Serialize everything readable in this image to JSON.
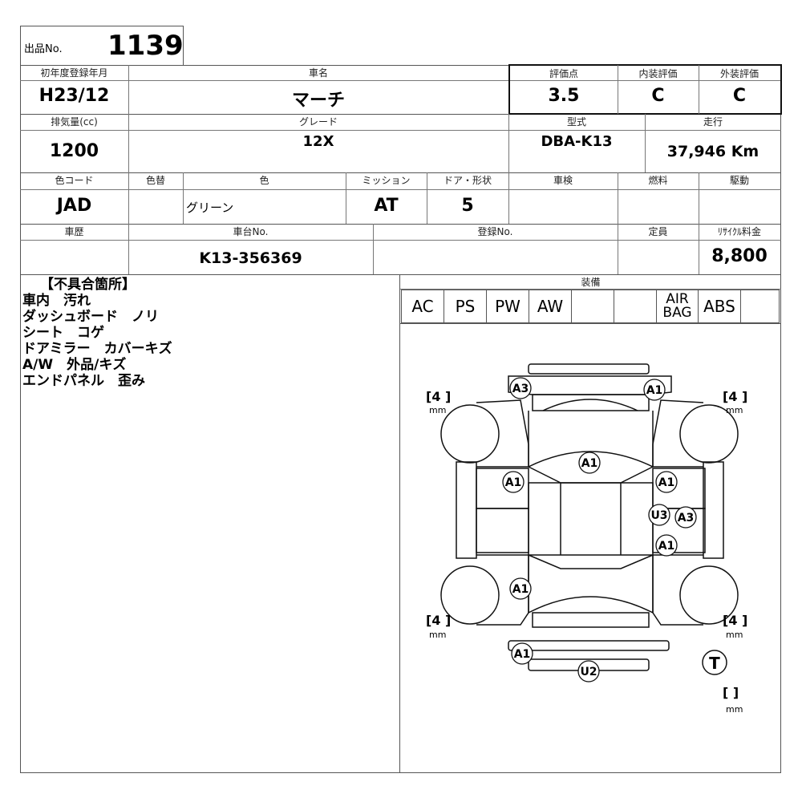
{
  "lot": {
    "label": "出品No.",
    "number": "1139"
  },
  "row1": {
    "reg_year_label": "初年度登録年月",
    "reg_year": "H23/12",
    "car_name_label": "車名",
    "car_name": "マーチ",
    "score_label": "評価点",
    "score": "3.5",
    "interior_label": "内装評価",
    "interior": "C",
    "exterior_label": "外装評価",
    "exterior": "C"
  },
  "row2": {
    "displacement_label": "排気量(cc)",
    "displacement": "1200",
    "grade_label": "グレード",
    "grade": "12X",
    "model_label": "型式",
    "model": "DBA-K13",
    "mileage_label": "走行",
    "mileage": "37,946 Km"
  },
  "row3": {
    "color_code_label": "色コード",
    "color_code": "JAD",
    "repaint_label": "色替",
    "repaint": "",
    "color_label": "色",
    "color": "グリーン",
    "mission_label": "ミッション",
    "mission": "AT",
    "door_label": "ドア・形状",
    "door": "5",
    "inspection_label": "車検",
    "inspection": "",
    "fuel_label": "燃料",
    "fuel": "",
    "drive_label": "駆動",
    "drive": ""
  },
  "row4": {
    "history_label": "車歴",
    "history": "",
    "chassis_label": "車台No.",
    "chassis": "K13-356369",
    "registration_label": "登録No.",
    "registration": "",
    "capacity_label": "定員",
    "capacity": "",
    "recycle_label": "ﾘｻｲｸﾙ料金",
    "recycle": "8,800"
  },
  "defects": {
    "title": "【不具合箇所】",
    "lines": [
      "車内　汚れ",
      "ダッシュボード　ノリ",
      "シート　コゲ",
      "ドアミラー　カバーキズ",
      "A/W　外品/キズ",
      "エンドパネル　歪み"
    ]
  },
  "equipment": {
    "label": "装備",
    "items": [
      "AC",
      "PS",
      "PW",
      "AW",
      "",
      "",
      "AIR BAG",
      "ABS",
      ""
    ]
  },
  "diagram": {
    "marks": [
      "A3",
      "A1",
      "A1",
      "A1",
      "A1",
      "U3",
      "A3",
      "A1",
      "A1",
      "A1",
      "U2"
    ],
    "tire": "4",
    "unit": "mm",
    "spare_mark": "T"
  }
}
